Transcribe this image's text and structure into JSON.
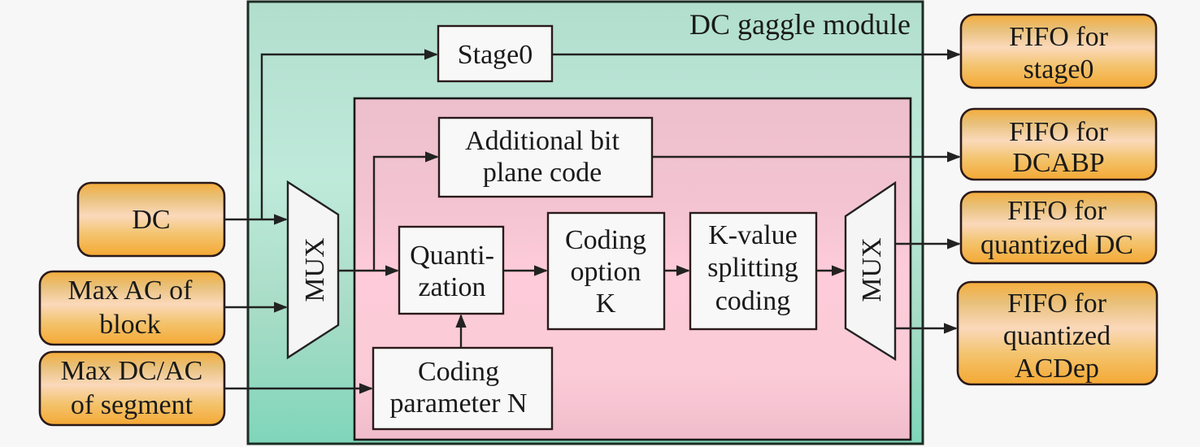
{
  "module": {
    "title": "DC gaggle module",
    "outer_color": "#b2dece",
    "inner_color": "#fbc9d6"
  },
  "inputs": [
    {
      "id": "dc",
      "lines": [
        "DC"
      ]
    },
    {
      "id": "max-ac-block",
      "lines": [
        "Max  AC of",
        "block"
      ]
    },
    {
      "id": "max-dcac-segment",
      "lines": [
        "Max DC/AC",
        "of segment"
      ]
    }
  ],
  "blocks": {
    "stage0": {
      "lines": [
        "Stage0"
      ]
    },
    "additional_bit_plane": {
      "lines": [
        "Additional bit",
        "plane code"
      ]
    },
    "quantization": {
      "lines": [
        "Quanti-",
        "zation"
      ]
    },
    "coding_option": {
      "lines": [
        "Coding",
        "option",
        "K"
      ]
    },
    "k_value": {
      "lines": [
        "K-value",
        "splitting",
        "coding"
      ]
    },
    "coding_parameter": {
      "lines": [
        "Coding",
        "parameter N"
      ]
    },
    "mux_left": {
      "label": "MUX"
    },
    "mux_right": {
      "label": "MUX"
    }
  },
  "outputs": [
    {
      "id": "fifo-stage0",
      "lines": [
        "FIFO for",
        "stage0"
      ]
    },
    {
      "id": "fifo-dcabp",
      "lines": [
        "FIFO for",
        "DCABP"
      ]
    },
    {
      "id": "fifo-quantized-dc",
      "lines": [
        "FIFO for",
        "quantized DC"
      ]
    },
    {
      "id": "fifo-quantized-acdep",
      "lines": [
        "FIFO for",
        "quantized",
        "ACDep"
      ]
    }
  ],
  "colors": {
    "io_fill_light": "#f9d9b8",
    "io_fill_orange": "#f5a93a"
  }
}
